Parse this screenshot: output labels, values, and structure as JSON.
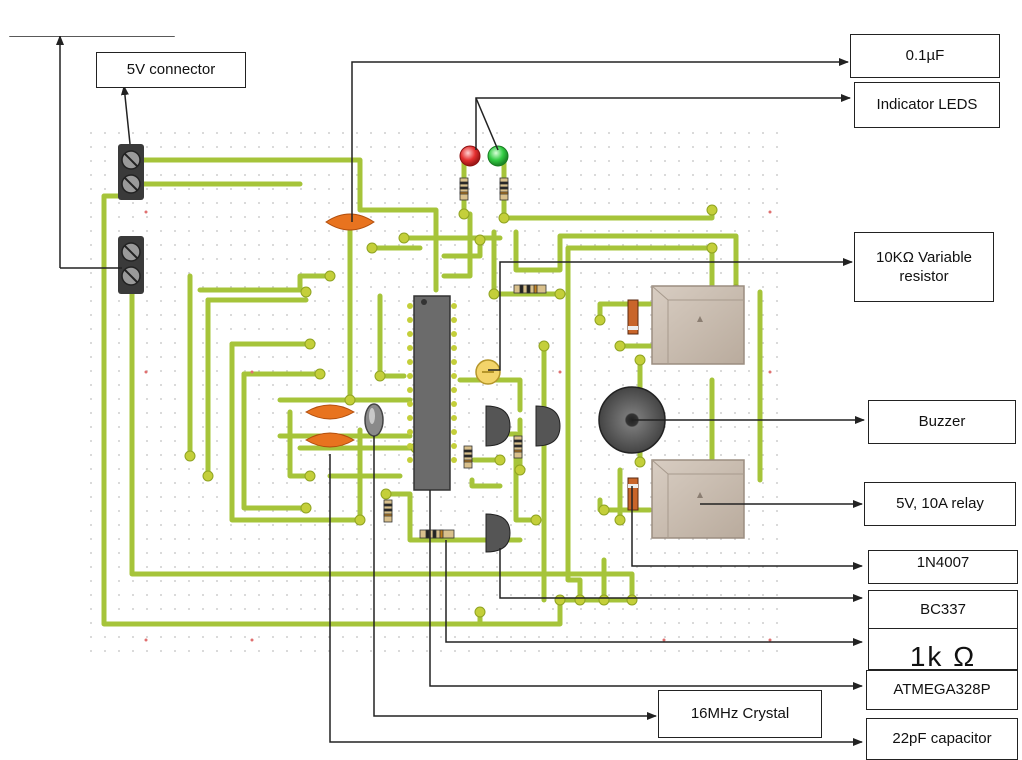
{
  "labels": {
    "top_left_box": "",
    "connector_5v": "5V connector",
    "cap_0_1uf": "0.1µF",
    "indicator_leds": "Indicator LEDS",
    "variable_resistor": "10KΩ Variable resistor",
    "buzzer": "Buzzer",
    "relay": "5V, 10A relay",
    "diode": "1N4007",
    "transistor": "BC337",
    "resistor_partial": "1k Ω",
    "mcu": "ATMEGA328P",
    "crystal": "16MHz Crystal",
    "cap_22pf": "22pF capacitor"
  },
  "colors": {
    "trace": "#a6c43a",
    "pad": "#c4cf3a",
    "capacitor": "#e8731f",
    "ic": "#6b6b6b",
    "relay": "#cfc3b6",
    "led_red": "#e53030",
    "led_green": "#33cc44",
    "buzzer": "#555555",
    "grid_dot": "#cccccc",
    "callout_line": "#222222"
  }
}
